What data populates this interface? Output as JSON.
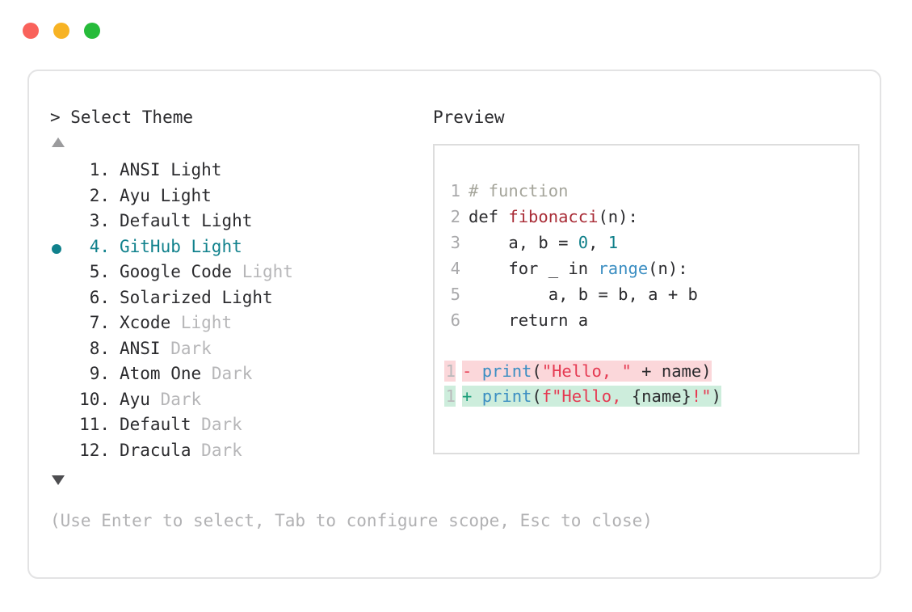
{
  "window": {
    "traffic_lights": [
      {
        "name": "close",
        "color": "#f9625b"
      },
      {
        "name": "minimize",
        "color": "#f7b324"
      },
      {
        "name": "maximize",
        "color": "#26bb3a"
      }
    ]
  },
  "left": {
    "prompt": "> Select Theme",
    "scroll_up_icon": "triangle-up-icon",
    "scroll_down_icon": "triangle-down-icon",
    "selected_index": 4,
    "accent_color": "#10818c",
    "items": [
      {
        "index": "1.",
        "name": "ANSI",
        "variant": "Light",
        "variant_dim": false,
        "selected": false
      },
      {
        "index": "2.",
        "name": "Ayu",
        "variant": "Light",
        "variant_dim": false,
        "selected": false
      },
      {
        "index": "3.",
        "name": "Default",
        "variant": "Light",
        "variant_dim": false,
        "selected": false
      },
      {
        "index": "4.",
        "name": "GitHub",
        "variant": "Light",
        "variant_dim": false,
        "selected": true
      },
      {
        "index": "5.",
        "name": "Google Code",
        "variant": "Light",
        "variant_dim": true,
        "selected": false
      },
      {
        "index": "6.",
        "name": "Solarized",
        "variant": "Light",
        "variant_dim": false,
        "selected": false
      },
      {
        "index": "7.",
        "name": "Xcode",
        "variant": "Light",
        "variant_dim": true,
        "selected": false
      },
      {
        "index": "8.",
        "name": "ANSI",
        "variant": "Dark",
        "variant_dim": true,
        "selected": false
      },
      {
        "index": "9.",
        "name": "Atom One",
        "variant": "Dark",
        "variant_dim": true,
        "selected": false
      },
      {
        "index": "10.",
        "name": "Ayu",
        "variant": "Dark",
        "variant_dim": true,
        "selected": false
      },
      {
        "index": "11.",
        "name": "Default",
        "variant": "Dark",
        "variant_dim": true,
        "selected": false
      },
      {
        "index": "12.",
        "name": "Dracula",
        "variant": "Dark",
        "variant_dim": true,
        "selected": false
      }
    ]
  },
  "hint": "(Use Enter to select, Tab to configure scope, Esc to close)",
  "right": {
    "label": "Preview",
    "code_lines": [
      {
        "ln": "1",
        "tokens": [
          {
            "t": "# function",
            "c": "tok-comment"
          }
        ]
      },
      {
        "ln": "2",
        "tokens": [
          {
            "t": "def ",
            "c": "tok-kw"
          },
          {
            "t": "fibonacci",
            "c": "tok-fn"
          },
          {
            "t": "(n):",
            "c": "tok-plain"
          }
        ]
      },
      {
        "ln": "3",
        "tokens": [
          {
            "t": "    a, b = ",
            "c": "tok-plain"
          },
          {
            "t": "0",
            "c": "tok-num"
          },
          {
            "t": ", ",
            "c": "tok-plain"
          },
          {
            "t": "1",
            "c": "tok-num"
          }
        ]
      },
      {
        "ln": "4",
        "tokens": [
          {
            "t": "    for _ in ",
            "c": "tok-plain"
          },
          {
            "t": "range",
            "c": "tok-builtin"
          },
          {
            "t": "(n):",
            "c": "tok-plain"
          }
        ]
      },
      {
        "ln": "5",
        "tokens": [
          {
            "t": "        a, b = b, a + b",
            "c": "tok-plain"
          }
        ]
      },
      {
        "ln": "6",
        "tokens": [
          {
            "t": "    return a",
            "c": "tok-plain"
          }
        ]
      }
    ],
    "diff_lines": [
      {
        "ln": "1",
        "kind": "del",
        "marker": "-",
        "tokens": [
          {
            "t": "print",
            "c": "tok-builtin"
          },
          {
            "t": "(",
            "c": "tok-plain"
          },
          {
            "t": "\"Hello, \"",
            "c": "tok-str"
          },
          {
            "t": " + name)",
            "c": "tok-plain"
          }
        ]
      },
      {
        "ln": "1",
        "kind": "add",
        "marker": "+",
        "tokens": [
          {
            "t": "print",
            "c": "tok-builtin"
          },
          {
            "t": "(",
            "c": "tok-plain"
          },
          {
            "t": "f\"Hello, ",
            "c": "tok-str"
          },
          {
            "t": "{name}",
            "c": "tok-plain"
          },
          {
            "t": "!\"",
            "c": "tok-str"
          },
          {
            "t": ")",
            "c": "tok-plain"
          }
        ]
      }
    ]
  }
}
